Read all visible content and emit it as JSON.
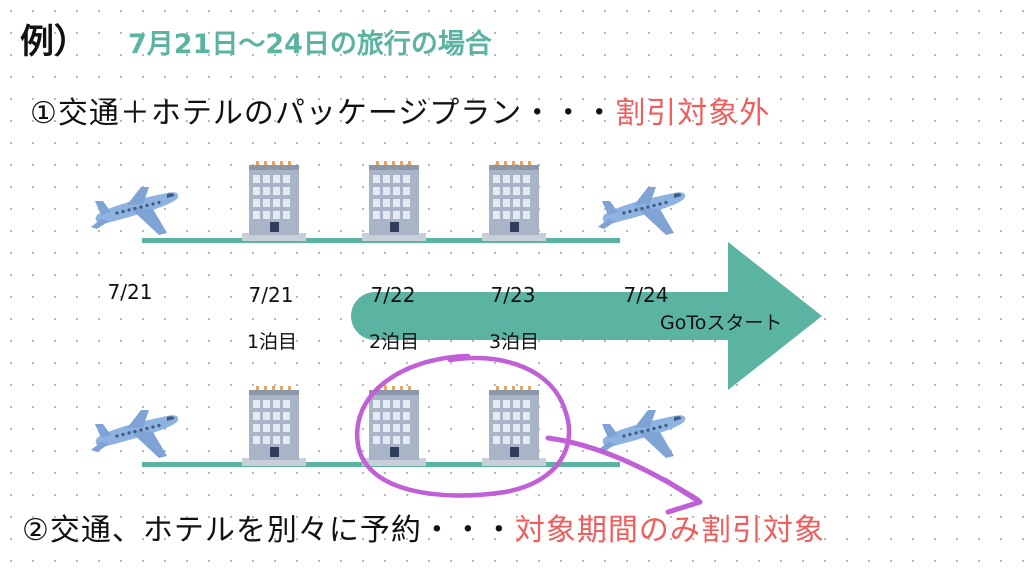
{
  "heading": {
    "example_label": "例）",
    "title": "7月21日～24日の旅行の場合"
  },
  "plan1": {
    "label": "①交通＋ホテルのパッケージプラン・・・",
    "result": "割引対象外"
  },
  "plan2": {
    "label": "②交通、ホテルを別々に予約・・・",
    "result": "対象期間のみ割引対象"
  },
  "dates": [
    "7/21",
    "7/21",
    "7/22",
    "7/23",
    "7/24"
  ],
  "nights": [
    "1泊目",
    "2泊目",
    "3泊目"
  ],
  "arrow_label": "GoToスタート",
  "colors": {
    "teal": "#5bb3a1",
    "red": "#f05d5d",
    "purple": "#c15fd6",
    "plane": "#8fb3e0",
    "hotel": "#a9b4c6"
  }
}
